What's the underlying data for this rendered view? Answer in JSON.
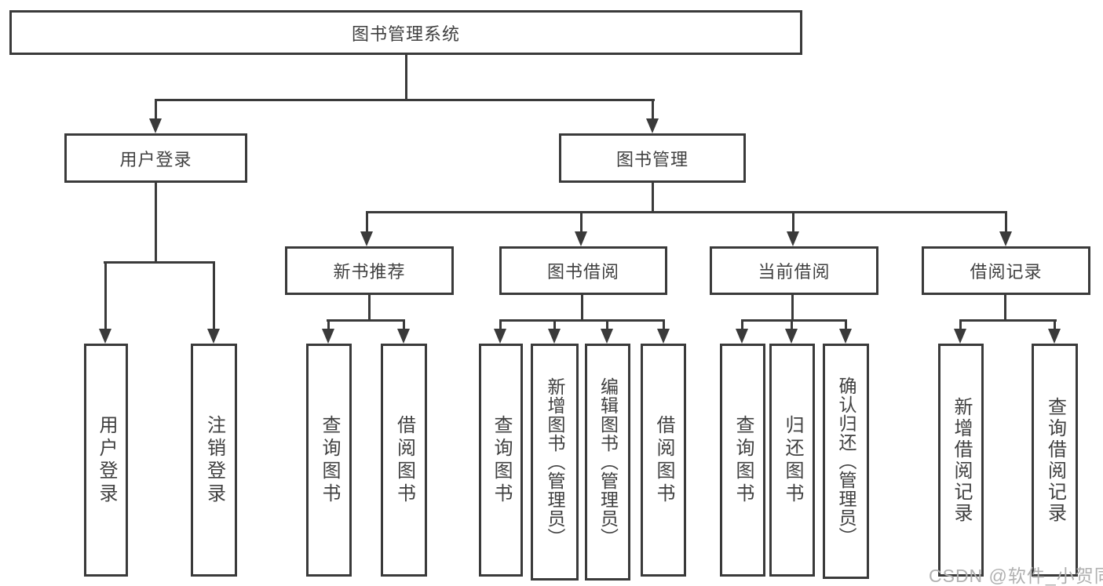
{
  "diagram_title": "图书管理系统",
  "colors": {
    "line": "#3a3a3a",
    "text": "#404040",
    "watermark": "#b0b0b0",
    "background": "#ffffff"
  },
  "tree": {
    "label": "图书管理系统",
    "children": [
      {
        "label": "用户登录",
        "children": [
          {
            "label": "用户登录"
          },
          {
            "label": "注销登录"
          }
        ]
      },
      {
        "label": "图书管理",
        "children": [
          {
            "label": "新书推荐",
            "children": [
              {
                "label": "查询图书"
              },
              {
                "label": "借阅图书"
              }
            ]
          },
          {
            "label": "图书借阅",
            "children": [
              {
                "label": "查询图书"
              },
              {
                "label": "新增图书（管理员）"
              },
              {
                "label": "编辑图书（管理员）"
              },
              {
                "label": "借阅图书"
              }
            ]
          },
          {
            "label": "当前借阅",
            "children": [
              {
                "label": "查询图书"
              },
              {
                "label": "归还图书"
              },
              {
                "label": "确认归还（管理员）"
              }
            ]
          },
          {
            "label": "借阅记录",
            "children": [
              {
                "label": "新增借阅记录"
              },
              {
                "label": "查询借阅记录"
              }
            ]
          }
        ]
      }
    ]
  },
  "watermark": {
    "text": "CSDN @软件_小贺同学"
  }
}
